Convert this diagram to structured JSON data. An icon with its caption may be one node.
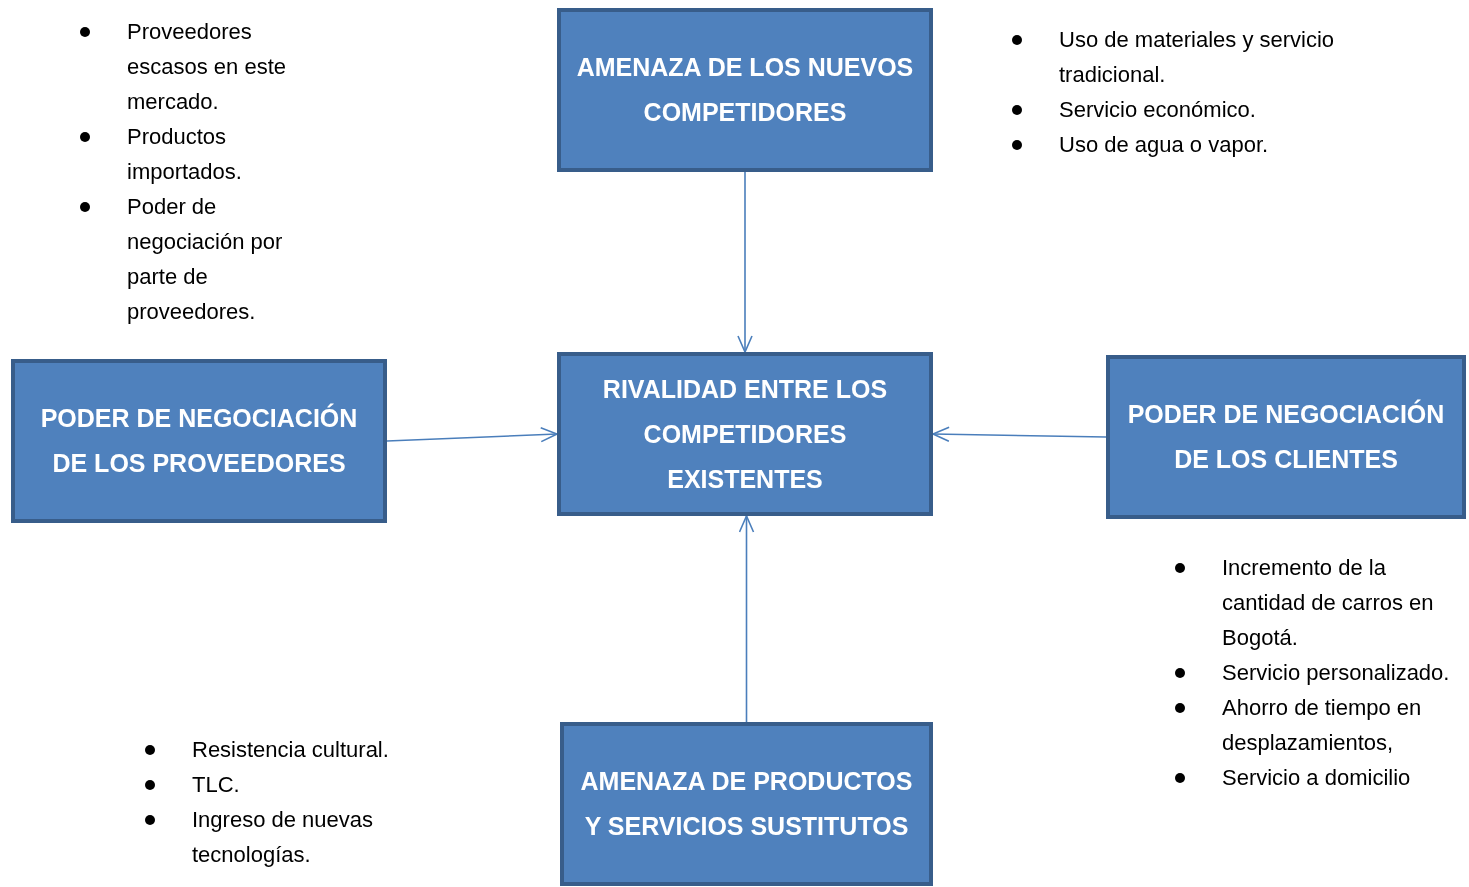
{
  "diagram": {
    "nodes": [
      {
        "text": [
          "AMENAZA DE LOS NUEVOS COMPETIDORES"
        ]
      },
      {
        "text": [
          "PODER DE NEGOCIACIÓN DE LOS PROVEEDORES"
        ]
      },
      {
        "text": [
          "RIVALIDAD ENTRE  LOS COMPETIDORES EXISTENTES"
        ]
      },
      {
        "text": [
          "PODER DE NEGOCIACIÓN DE LOS CLIENTES"
        ]
      },
      {
        "text": [
          "AMENAZA DE PRODUCTOS Y SERVICIOS SUSTITUTOS"
        ]
      }
    ],
    "edges": [
      {
        "from": 0,
        "to": 2,
        "arrow": "to"
      },
      {
        "from": 1,
        "to": 2,
        "arrow": "to"
      },
      {
        "from": 3,
        "to": 2,
        "arrow": "to"
      },
      {
        "from": 4,
        "to": 2,
        "arrow": "to"
      }
    ],
    "labels": [
      "Proveedores escasos en este mercado.",
      "Productos importados.",
      "Poder de negociación por parte de proveedores.",
      "Uso de materiales y servicio tradicional.",
      "Servicio económico.",
      "Uso de agua o vapor.",
      "Resistencia cultural.",
      "TLC.",
      "Ingreso de nuevas tecnologías.",
      "Incremento de la cantidad de carros en Bogotá.",
      "Servicio personalizado.",
      "Ahorro de tiempo en desplazamientos,",
      "Servicio a domicilio"
    ]
  }
}
